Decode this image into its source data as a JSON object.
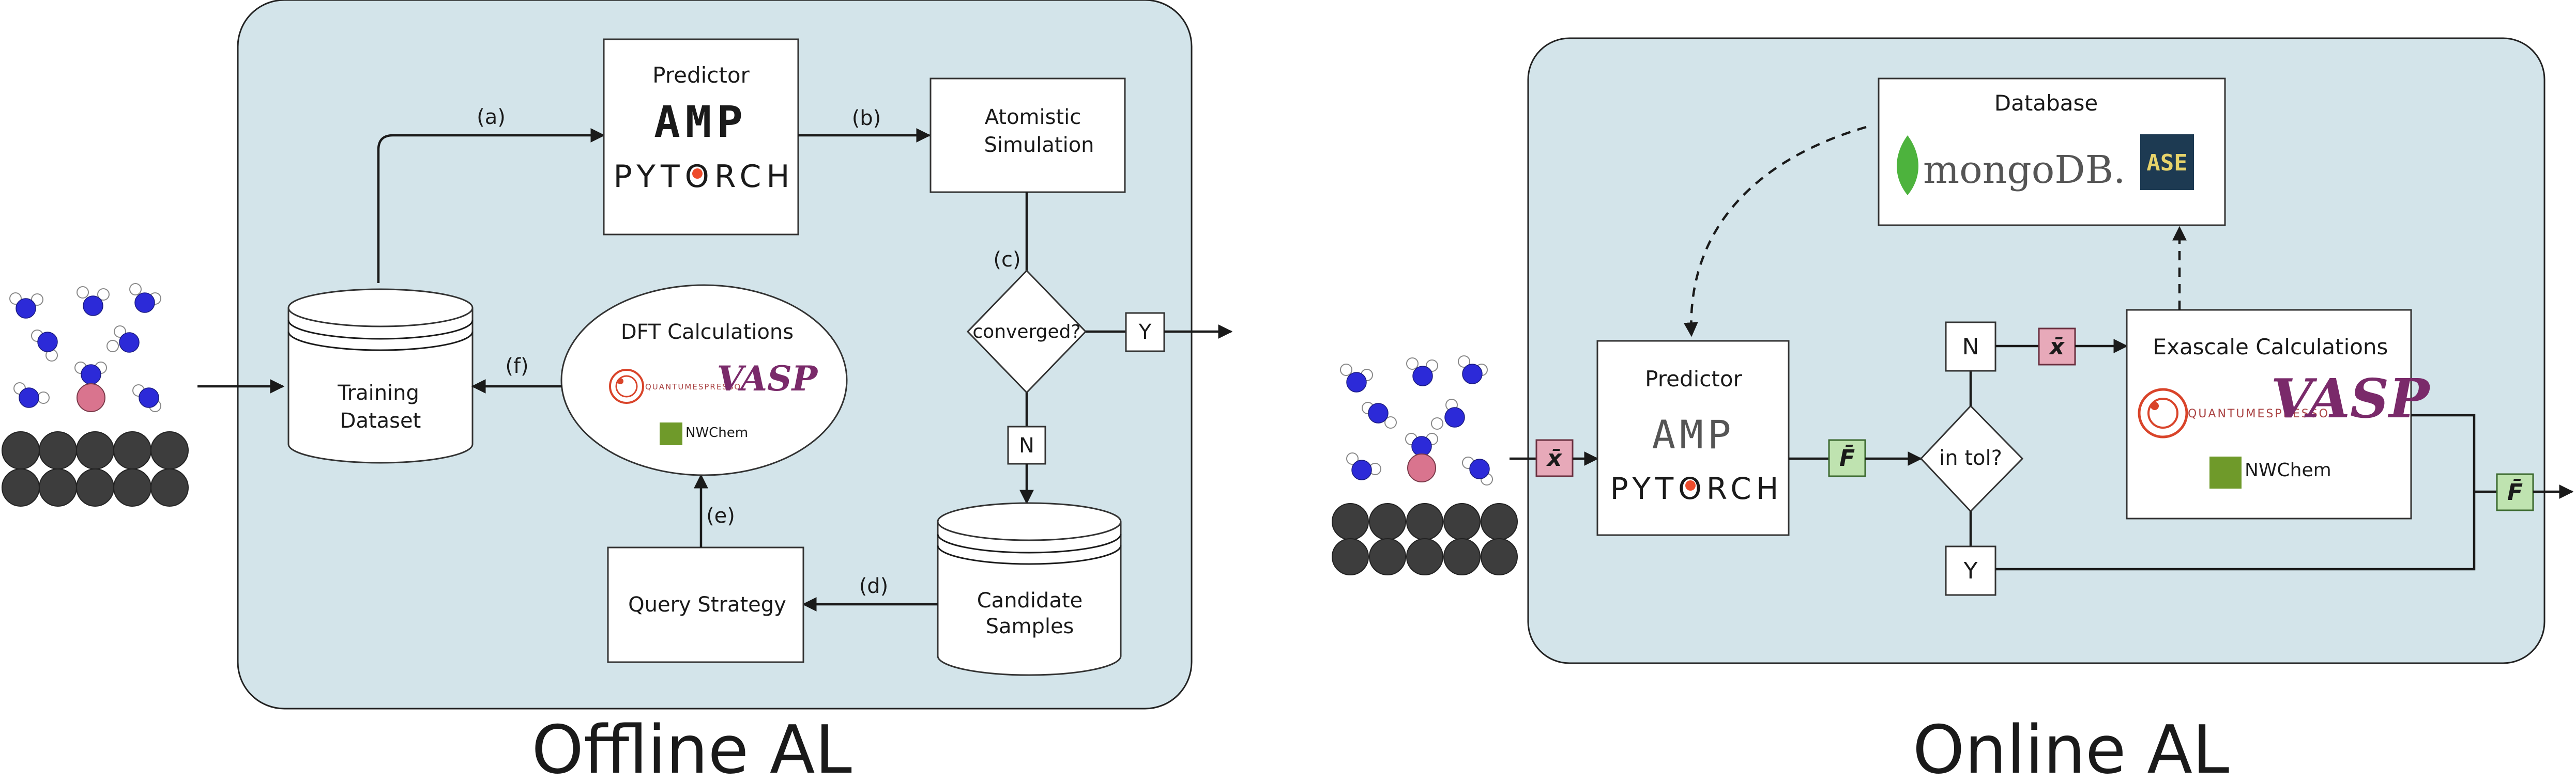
{
  "offline": {
    "title": "Offline AL",
    "predictor_title": "Predictor",
    "amp_logo": "AMP",
    "pytorch_logo": "PYTORCH",
    "atomistic_line1": "Atomistic",
    "atomistic_line2": "Simulation",
    "converged": "converged?",
    "yes": "Y",
    "no": "N",
    "training_line1": "Training",
    "training_line2": "Dataset",
    "dft_title": "DFT Calculations",
    "espresso_logo": "QUANTUMESPRESSO",
    "vasp_logo": "VASP",
    "nwchem_logo": "NWChem",
    "candidate_line1": "Candidate",
    "candidate_line2": "Samples",
    "query": "Query Strategy",
    "label_a": "(a)",
    "label_b": "(b)",
    "label_c": "(c)",
    "label_d": "(d)",
    "label_e": "(e)",
    "label_f": "(f)"
  },
  "online": {
    "title": "Online AL",
    "database_title": "Database",
    "mongo_logo": "mongoDB.",
    "ase_logo": "ASE",
    "predictor_title": "Predictor",
    "amp_logo": "AMP",
    "pytorch_logo": "PYTORCH",
    "in_tol": "in tol?",
    "yes": "Y",
    "no": "N",
    "exascale_title": "Exascale Calculations",
    "espresso_logo": "QUANTUMESPRESSO",
    "vasp_logo": "VASP",
    "nwchem_logo": "NWChem",
    "x_symbol": "x̄",
    "f_symbol": "F̄"
  },
  "colors": {
    "panel": "#d3e4ea",
    "x_tag": "#e7a9b9",
    "f_tag": "#bfe3b0",
    "pytorch_orange": "#ee4c2c",
    "vasp_purple": "#7a2a6a",
    "vasp_red": "#c0392b",
    "mongo_green": "#4db33d",
    "ase_bg": "#1d3a52",
    "ase_fg": "#e7d36a",
    "nwchem_green": "#6f9a2a"
  }
}
